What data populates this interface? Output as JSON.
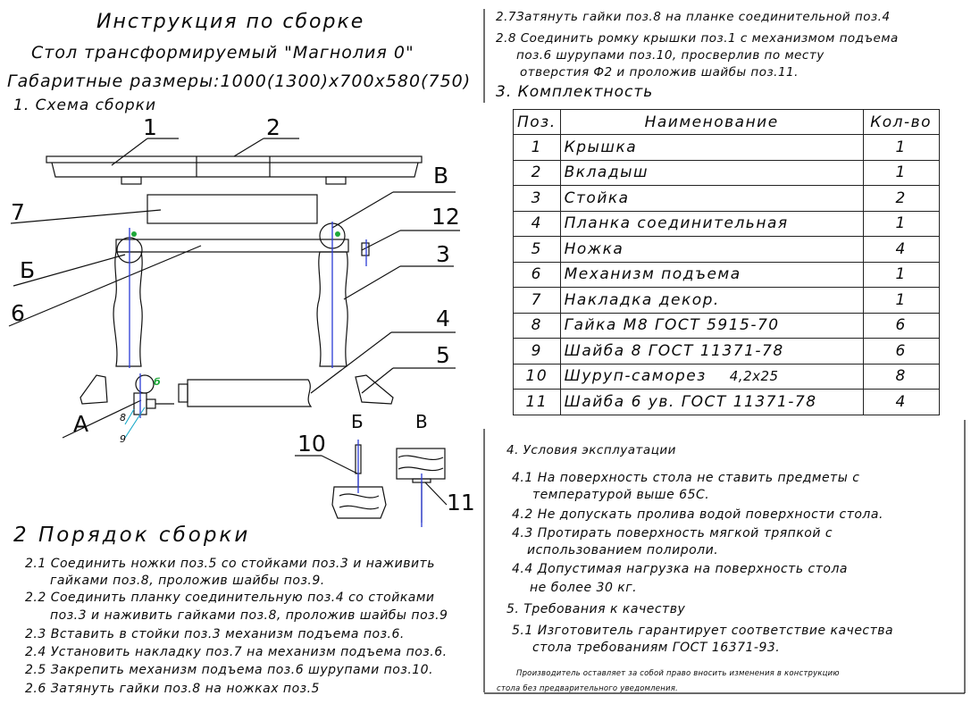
{
  "title": "Инструкция по сборке",
  "product": "Стол трансформируемый \"Магнолия 0\"",
  "dimensions": "Габаритные размеры:1000(1300)х700х580(750)",
  "scheme_heading": "1. Схема сборки",
  "diagram_labels": {
    "n1": "1",
    "n2": "2",
    "n3": "3",
    "n4": "4",
    "n5": "5",
    "n6": "6",
    "n7": "7",
    "n10": "10",
    "n11": "11",
    "n12": "12",
    "V_top": "В",
    "B_left": "Б",
    "A": "А",
    "B_detail": "Б",
    "V_detail": "В",
    "small_b": "б",
    "small_8": "8",
    "small_9": "9"
  },
  "assembly_heading": "2 Порядок сборки",
  "assembly_steps": [
    "2.1 Соединить ножки поз.5 со стойками поз.3 и наживить",
    "гайками поз.8, проложив шайбы поз.9.",
    "2.2 Соединить планку соединительную поз.4 со стойками",
    "поз.3 и наживить гайками поз.8, проложив шайбы поз.9",
    "2.3 Вставить в стойки поз.3 механизм подъема поз.6.",
    "2.4 Установить накладку поз.7 на механизм подъема поз.6.",
    "2.5 Закрепить механизм подъема поз.6 шурупами поз.10.",
    "2.6 Затянуть гайки поз.8 на ножках поз.5"
  ],
  "top_steps": [
    "2.7Затянуть гайки поз.8 на планке соединительной поз.4",
    "2.8 Соединить ромку крышки поз.1 с механизмом подъема",
    "поз.6 шурупами поз.10, просверлив по месту",
    "отверстия Ф2 и проложив шайбы поз.11."
  ],
  "completeness_heading": "3. Комплектность",
  "spec_table": {
    "headers": [
      "Поз.",
      "Наименование",
      "Кол-во"
    ],
    "rows": [
      [
        "1",
        "Крышка",
        "1"
      ],
      [
        "2",
        "Вкладыш",
        "1"
      ],
      [
        "3",
        "Стойка",
        "2"
      ],
      [
        "4",
        "Планка соединительная",
        "1"
      ],
      [
        "5",
        "Ножка",
        "4"
      ],
      [
        "6",
        "Механизм подъема",
        "1"
      ],
      [
        "7",
        "Накладка декор.",
        "1"
      ],
      [
        "8",
        "Гайка М8 ГОСТ 5915-70",
        "6"
      ],
      [
        "9",
        "Шайба 8 ГОСТ 11371-78",
        "6"
      ],
      [
        "10",
        "Шуруп-саморез",
        "8"
      ],
      [
        "11",
        "Шайба 6 ув. ГОСТ 11371-78",
        "4"
      ]
    ],
    "row10_size": "4,2х25"
  },
  "conditions_heading": "4. Условия эксплуатации",
  "conditions": [
    "4.1 На поверхность стола не ставить предметы с",
    "температурой выше 65С.",
    "4.2 Не допускать пролива водой поверхности стола.",
    "4.3 Протирать поверхность мягкой тряпкой с",
    "использованием полироли.",
    "4.4 Допустимая нагрузка на поверхность стола",
    "не более 30 кг."
  ],
  "quality_heading": "5. Требования к качеству",
  "quality": [
    "5.1 Изготовитель гарантирует соответствие качества",
    "стола требованиям ГОСТ 16371-93."
  ],
  "footnote": [
    "Производитель оставляет за собой право вносить изменения в конструкцию",
    "стола без предварительного уведомления."
  ],
  "colors": {
    "ink": "#0a0a0a",
    "axis_blue": "#2b3bd6",
    "accent_green": "#1fa83a",
    "accent_cyan": "#17a8c8"
  }
}
